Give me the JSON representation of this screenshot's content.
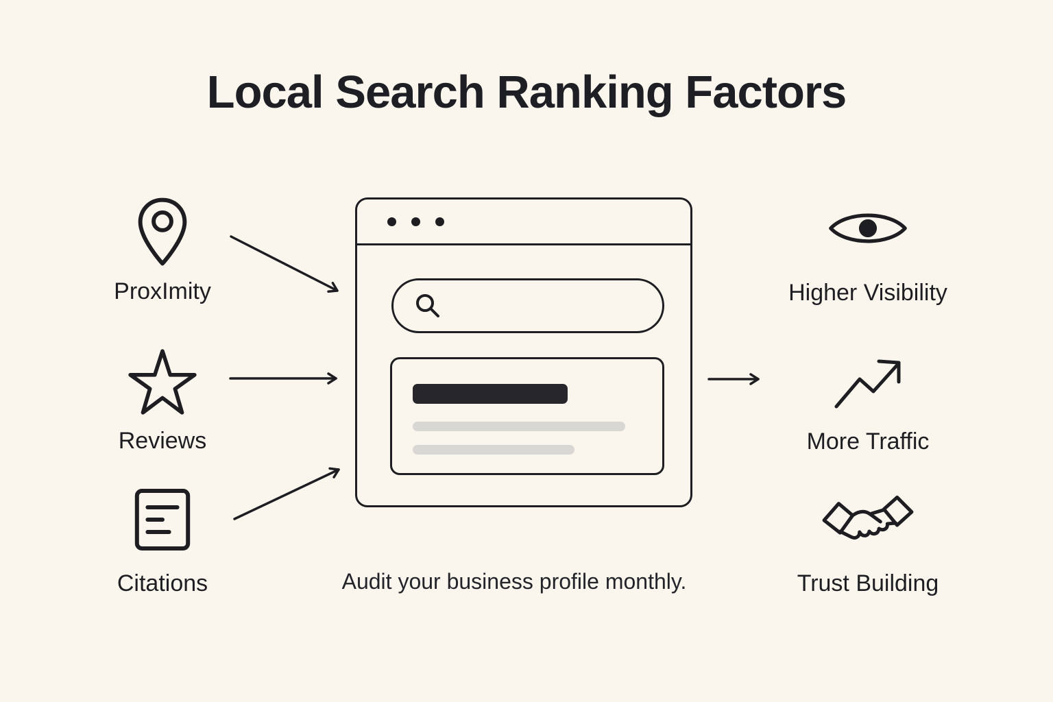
{
  "title": "Local Search Ranking Factors",
  "caption": "Audit your business profile monthly.",
  "colors": {
    "background": "#faf6ee",
    "ink": "#1e1e22",
    "headline_bar": "#26262b",
    "placeholder_line": "#d9d7d3"
  },
  "left_factors": [
    {
      "label": "ProxImity",
      "icon": "location-pin-icon"
    },
    {
      "label": "Reviews",
      "icon": "star-icon"
    },
    {
      "label": "Citations",
      "icon": "citation-document-icon"
    }
  ],
  "right_outcomes": [
    {
      "label": "Higher Visibility",
      "icon": "eye-icon"
    },
    {
      "label": "More Traffic",
      "icon": "trending-up-icon"
    },
    {
      "label": "Trust Building",
      "icon": "handshake-icon"
    }
  ],
  "browser": {
    "search_icon": "search-icon",
    "search_value": "",
    "search_placeholder": ""
  }
}
